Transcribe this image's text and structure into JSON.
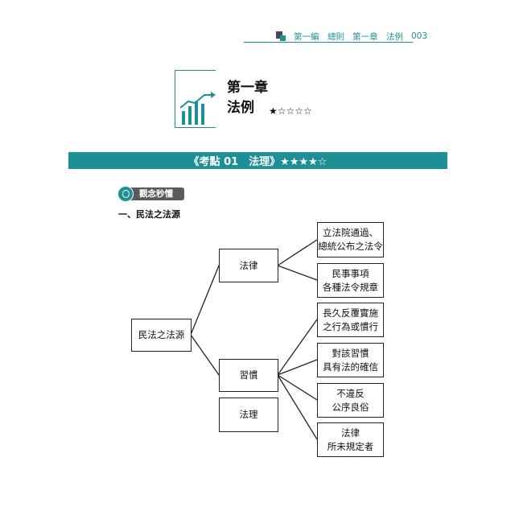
{
  "header": {
    "part": "第一編　總則",
    "chapter": "第一章　法例",
    "page": "003"
  },
  "chapter": {
    "title": "第一章",
    "subtitle": "法例",
    "stars": "★☆☆☆☆"
  },
  "banner": {
    "text": "《考點 01　法理》★★★★☆"
  },
  "tag": {
    "label": "觀念秒懂"
  },
  "section": {
    "heading": "一、民法之法源"
  },
  "diagram": {
    "root": "民法之法源",
    "mid": [
      "法律",
      "習慣",
      "法理"
    ],
    "leaves": [
      [
        "立法院通過、",
        "總統公布之法令"
      ],
      [
        "民事事項",
        "各種法令規章"
      ],
      [
        "長久反覆實施",
        "之行為或慣行"
      ],
      [
        "對該習慣",
        "具有法的確信"
      ],
      [
        "不違反",
        "公序良俗"
      ],
      [
        "法律",
        "所未規定者"
      ]
    ]
  },
  "colors": {
    "accent": "#1e8f94",
    "tag_bg": "#5b5b5b"
  },
  "icons": [
    "header-mark-icon",
    "chart-icon",
    "clock-icon"
  ]
}
